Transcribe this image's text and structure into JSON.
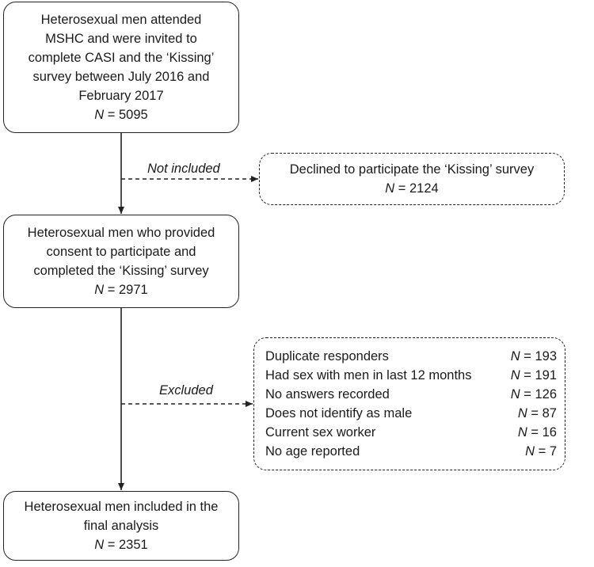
{
  "box1": {
    "lines": [
      "Heterosexual men attended",
      "MSHC and were invited to",
      "complete CASI and the ‘Kissing’",
      "survey between July 2016 and",
      "February 2017"
    ],
    "n_prefix": "N",
    "n_text": " = 5095"
  },
  "box2": {
    "lines": [
      "Heterosexual men who provided",
      "consent to participate and",
      "completed the ‘Kissing’ survey"
    ],
    "n_prefix": "N",
    "n_text": " = 2971"
  },
  "box3": {
    "lines": [
      "Heterosexual men included in the",
      "final analysis"
    ],
    "n_prefix": "N",
    "n_text": " = 2351"
  },
  "declined": {
    "edge_label": "Not included",
    "text": "Declined to participate the ‘Kissing’ survey",
    "n_prefix": "N",
    "n_text": " = 2124"
  },
  "excluded": {
    "edge_label": "Excluded",
    "rows": [
      {
        "label": "Duplicate responders",
        "n_prefix": "N",
        "n_text": " = 193"
      },
      {
        "label": "Had sex with men in last 12 months",
        "n_prefix": "N",
        "n_text": " = 191"
      },
      {
        "label": "No answers recorded",
        "n_prefix": "N",
        "n_text": " = 126"
      },
      {
        "label": "Does not identify as male",
        "n_prefix": "N",
        "n_text": " = 87"
      },
      {
        "label": "Current sex worker",
        "n_prefix": "N",
        "n_text": " = 16"
      },
      {
        "label": "No age reported",
        "n_prefix": "N",
        "n_text": " = 7"
      }
    ]
  }
}
